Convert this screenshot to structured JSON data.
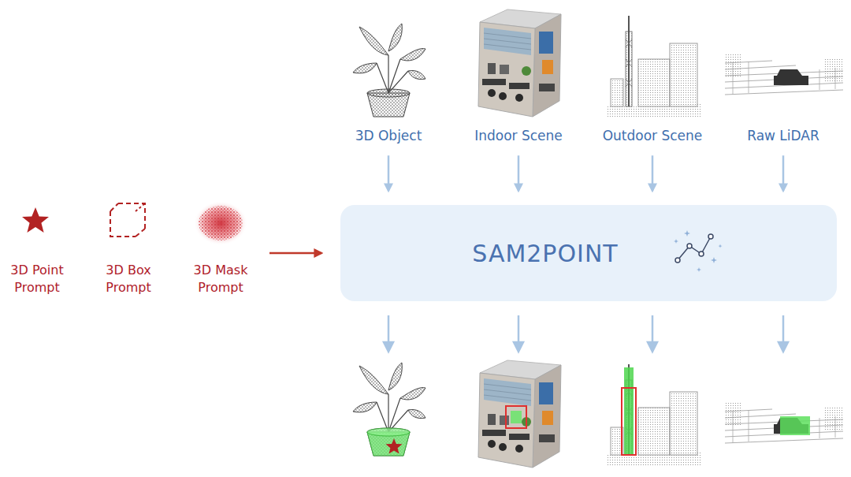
{
  "diagram": {
    "nodes": [
      {
        "text": [
          "3D Object"
        ]
      },
      {
        "text": [
          "Indoor Scene"
        ]
      },
      {
        "text": [
          "Outdoor Scene"
        ]
      },
      {
        "text": [
          "Raw LiDAR"
        ]
      },
      {
        "text": [
          "3D Point Prompt"
        ]
      },
      {
        "text": [
          "3D Box Prompt"
        ]
      },
      {
        "text": [
          "3D Mask Prompt"
        ]
      },
      {
        "text": [
          "SAM2POINT"
        ]
      }
    ],
    "edges": [
      {
        "from": 0,
        "to": 7,
        "arrow": "to"
      },
      {
        "from": 1,
        "to": 7,
        "arrow": "to"
      },
      {
        "from": 2,
        "to": 7,
        "arrow": "to"
      },
      {
        "from": 3,
        "to": 7,
        "arrow": "to"
      },
      {
        "from": 6,
        "to": 7,
        "arrow": "to"
      }
    ]
  }
}
